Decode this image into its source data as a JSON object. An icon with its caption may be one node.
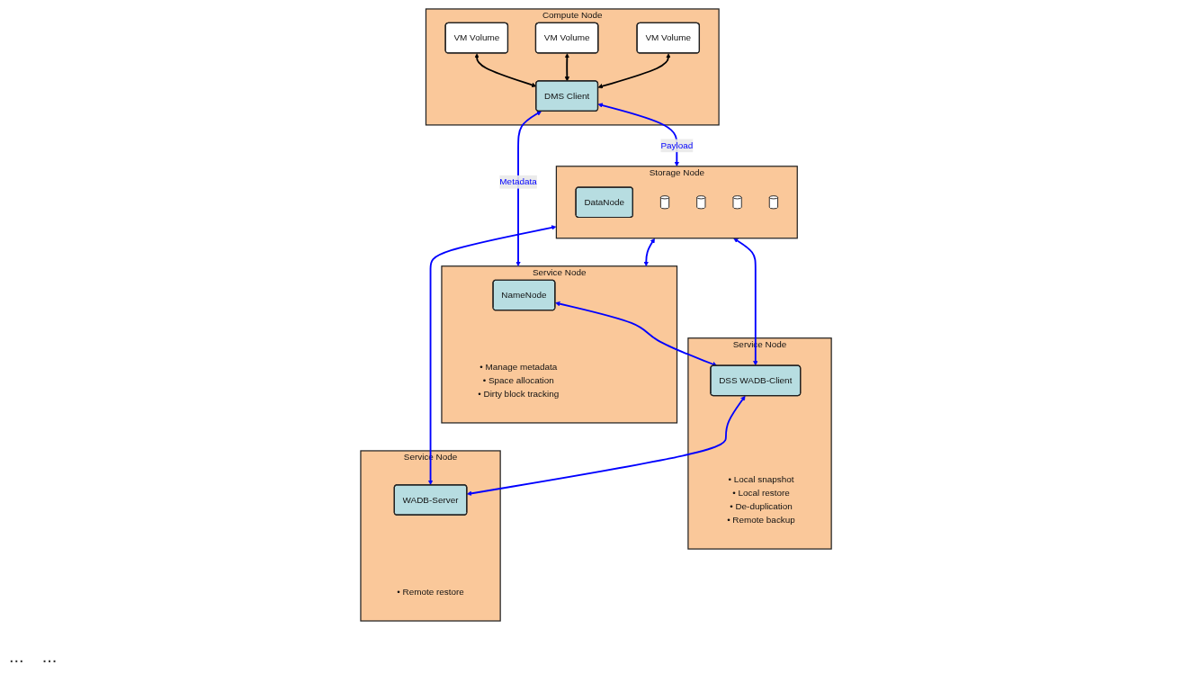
{
  "diagram": {
    "nodes": [
      {
        "text": [
          "Compute Node"
        ]
      },
      {
        "text": [
          "VM Volume"
        ],
        "in": 0
      },
      {
        "text": [
          "VM Volume"
        ],
        "in": 0
      },
      {
        "text": [
          "VM Volume"
        ],
        "in": 0
      },
      {
        "text": [
          "DMS Client"
        ],
        "in": 0
      },
      {
        "text": [
          "Service Node"
        ],
        "beside": [
          "• Manage metadata",
          "• Space allocation",
          "• Dirty block tracking"
        ]
      },
      {
        "text": [
          "NameNode"
        ],
        "in": 5
      },
      {
        "text": [
          "Service Node"
        ],
        "beside": [
          "• Local snapshot",
          "• Local restore",
          "• De-duplication",
          "• Remote backup"
        ]
      },
      {
        "text": [
          "DSS WADB-Client"
        ],
        "in": 7
      },
      {
        "text": [
          "Service Node"
        ],
        "beside": [
          "• Remote restore"
        ]
      },
      {
        "text": [
          "WADB-Server"
        ],
        "in": 9
      },
      {
        "text": [
          "Storage Node"
        ]
      },
      {
        "text": [
          "DataNode"
        ],
        "in": 11
      },
      {
        "text": [],
        "shape": "cylinder",
        "in": 11
      },
      {
        "text": [],
        "shape": "cylinder",
        "in": 11
      },
      {
        "text": [],
        "shape": "cylinder",
        "in": 11
      },
      {
        "text": [],
        "shape": "cylinder",
        "in": 11
      }
    ],
    "edges": [
      {
        "from": 1,
        "to": 4,
        "arrow": "both",
        "color": "#000000"
      },
      {
        "from": 2,
        "to": 4,
        "arrow": "both",
        "color": "#000000"
      },
      {
        "from": 3,
        "to": 4,
        "arrow": "both",
        "color": "#000000"
      },
      {
        "from": 4,
        "to": 5,
        "arrow": "both",
        "label": "Metadata"
      },
      {
        "from": 4,
        "to": 11,
        "arrow": "both",
        "label": "Payload"
      },
      {
        "from": 11,
        "to": 5,
        "arrow": "both"
      },
      {
        "from": 6,
        "to": 8,
        "arrow": "both"
      },
      {
        "from": 11,
        "to": 8,
        "arrow": "both"
      },
      {
        "from": 8,
        "to": 10,
        "arrow": "both"
      },
      {
        "from": 11,
        "to": 10,
        "arrow": "both"
      }
    ],
    "labels": [
      "...",
      "..."
    ]
  }
}
